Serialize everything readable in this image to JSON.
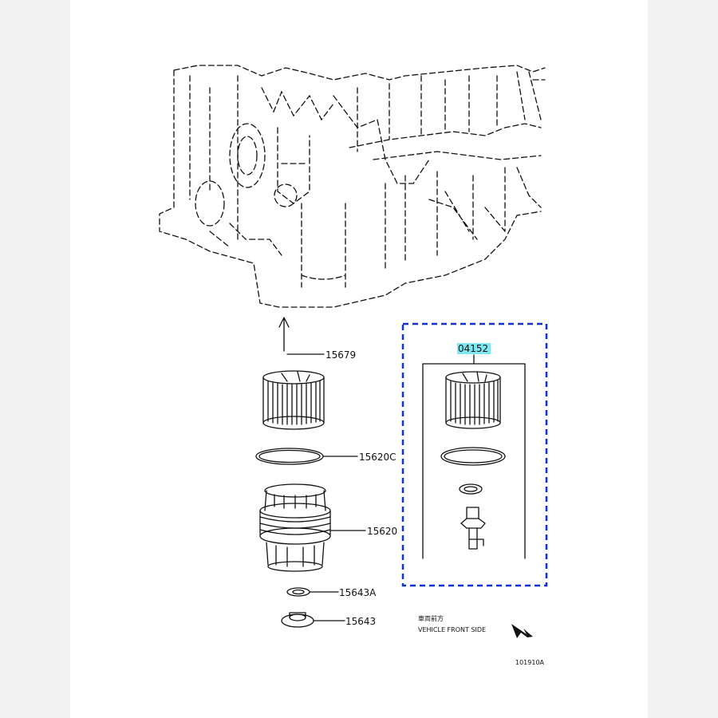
{
  "colors": {
    "callout_box": "#1030d8",
    "highlight": "#7fe7f2",
    "ink": "#111111"
  },
  "labels": {
    "part_15679": "15679",
    "part_15620C": "15620C",
    "part_15620": "15620",
    "part_15643A": "15643A",
    "part_15643": "15643",
    "kit_04152": "04152",
    "diagram_code": "101910A"
  },
  "note": {
    "line1": "車両前方",
    "line2": "VEHICLE FRONT SIDE"
  },
  "icons": [
    "engine-block-drawing",
    "oil-filter-element-drawing",
    "o-ring-drawing",
    "filter-cap-drawing",
    "drain-plug-drawing",
    "front-arrow-icon"
  ]
}
